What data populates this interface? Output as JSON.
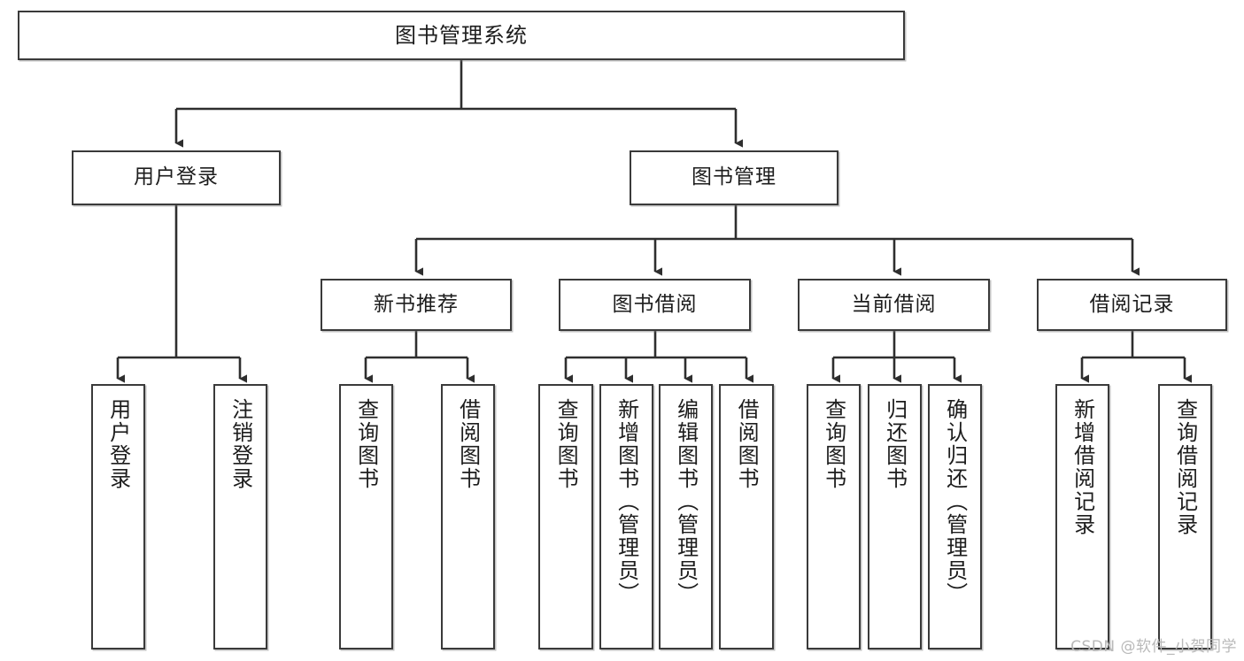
{
  "diagram": {
    "title": "图书管理系统",
    "type": "tree",
    "watermark": "CSDN @软件_小贺同学",
    "colors": {
      "border": "#3a3a3a",
      "background": "#ffffff",
      "text": "#1d1d1d",
      "watermark": "#b9b9b9"
    },
    "nodes": {
      "root": {
        "label": "图书管理系统"
      },
      "level2": [
        {
          "label": "用户登录"
        },
        {
          "label": "图书管理"
        }
      ],
      "level3": [
        {
          "label": "新书推荐"
        },
        {
          "label": "图书借阅"
        },
        {
          "label": "当前借阅"
        },
        {
          "label": "借阅记录"
        }
      ],
      "leaves": {
        "user_login": [
          {
            "label": "用户登录"
          },
          {
            "label": "注销登录"
          }
        ],
        "new_book": [
          {
            "label": "查询图书"
          },
          {
            "label": "借阅图书"
          }
        ],
        "book_borrow": [
          {
            "label": "查询图书"
          },
          {
            "label": "新增图书（管理员）"
          },
          {
            "label": "编辑图书（管理员）"
          },
          {
            "label": "借阅图书"
          }
        ],
        "current_borrow": [
          {
            "label": "查询图书"
          },
          {
            "label": "归还图书"
          },
          {
            "label": "确认归还（管理员）"
          }
        ],
        "borrow_record": [
          {
            "label": "新增借阅记录"
          },
          {
            "label": "查询借阅记录"
          }
        ]
      }
    }
  }
}
